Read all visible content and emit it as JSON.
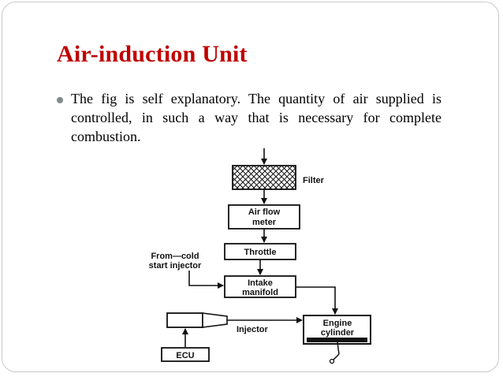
{
  "slide": {
    "title": "Air-induction Unit",
    "bullet": "The fig is self explanatory. The quantity of air supplied is controlled, in such a way that is necessary for complete combustion."
  },
  "diagram": {
    "filter": "Filter",
    "air_flow_meter": [
      "Air flow",
      "meter"
    ],
    "throttle": "Throttle",
    "cold_start": [
      "From—cold",
      "start injector"
    ],
    "intake_manifold": [
      "Intake",
      "manifold"
    ],
    "injector": "Injector",
    "engine_cylinder": [
      "Engine",
      "cylinder"
    ],
    "ecu": "ECU"
  }
}
